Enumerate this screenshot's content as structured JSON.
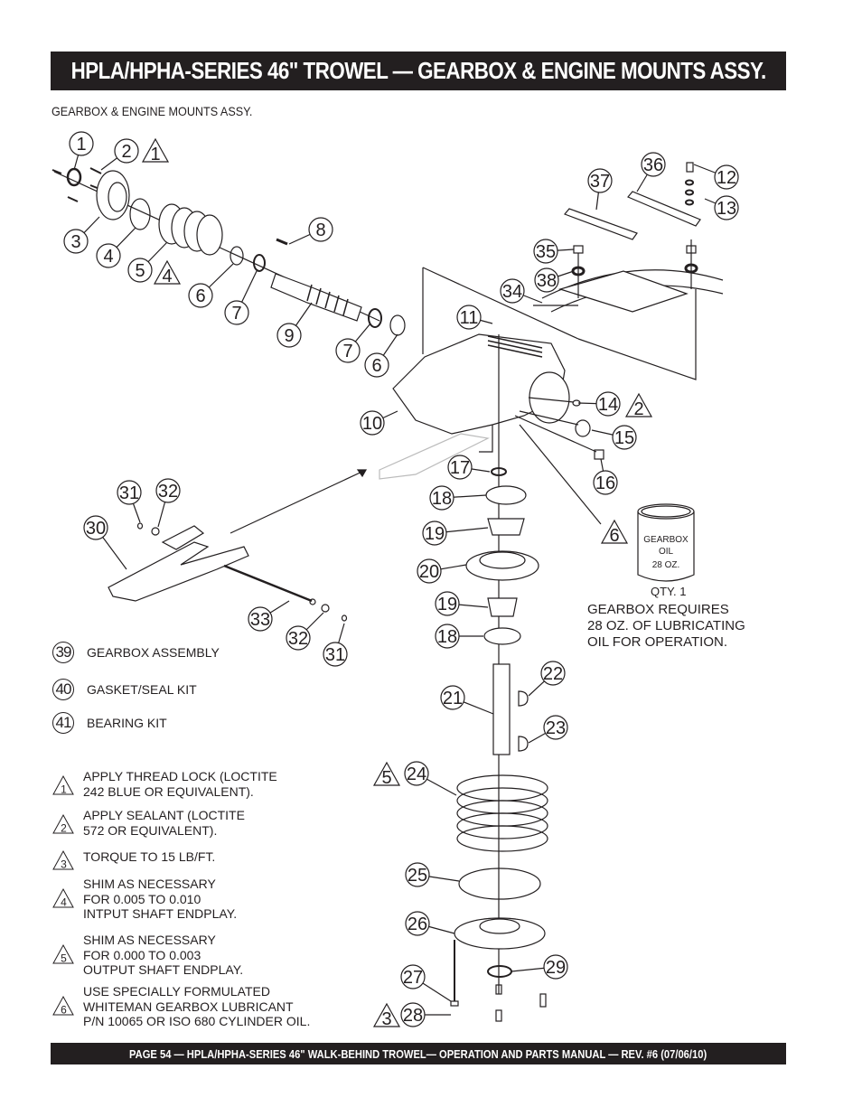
{
  "header": {
    "title": "HPLA/HPHA-SERIES 46\" TROWEL — GEARBOX & ENGINE MOUNTS ASSY.",
    "subtitle": "GEARBOX & ENGINE MOUNTS ASSY."
  },
  "diagram": {
    "callouts": [
      "1",
      "2",
      "3",
      "4",
      "5",
      "6",
      "7",
      "8",
      "9",
      "10",
      "11",
      "12",
      "13",
      "14",
      "15",
      "16",
      "17",
      "18",
      "19",
      "20",
      "21",
      "22",
      "23",
      "24",
      "25",
      "26",
      "27",
      "28",
      "29",
      "30",
      "31",
      "32",
      "33",
      "34",
      "35",
      "36",
      "37",
      "38"
    ],
    "warning_markers": {
      "part_2": "1",
      "part_5": "4",
      "part_14": "2",
      "oil_can": "6",
      "part_24": "5",
      "part_28": "3"
    },
    "oil_can": {
      "label_line1": "GEARBOX",
      "label_line2": "OIL",
      "label_line3": "28 OZ."
    }
  },
  "oil": {
    "qty": "QTY. 1",
    "note": "GEARBOX REQUIRES\n28 OZ. OF LUBRICATING\nOIL FOR OPERATION."
  },
  "kits": [
    {
      "number": "39",
      "label": "GEARBOX ASSEMBLY"
    },
    {
      "number": "40",
      "label": "GASKET/SEAL KIT"
    },
    {
      "number": "41",
      "label": "BEARING KIT"
    }
  ],
  "notes": [
    {
      "number": "1",
      "text": "APPLY THREAD LOCK (LOCTITE\n242 BLUE OR EQUIVALENT)."
    },
    {
      "number": "2",
      "text": "APPLY SEALANT (LOCTITE\n572 OR EQUIVALENT)."
    },
    {
      "number": "3",
      "text": "TORQUE TO 15 LB/FT."
    },
    {
      "number": "4",
      "text": "SHIM AS NECESSARY\nFOR 0.005 TO 0.010\nINTPUT SHAFT ENDPLAY."
    },
    {
      "number": "5",
      "text": "SHIM AS NECESSARY\nFOR 0.000 TO 0.003\nOUTPUT SHAFT ENDPLAY."
    },
    {
      "number": "6",
      "text": "USE SPECIALLY FORMULATED\nWHITEMAN GEARBOX LUBRICANT\nP/N 10065 OR ISO 680 CYLINDER OIL."
    }
  ],
  "footer": {
    "text": "PAGE 54 — HPLA/HPHA-SERIES 46\"  WALK-BEHIND TROWEL— OPERATION AND PARTS MANUAL — REV. #6 (07/06/10)"
  }
}
